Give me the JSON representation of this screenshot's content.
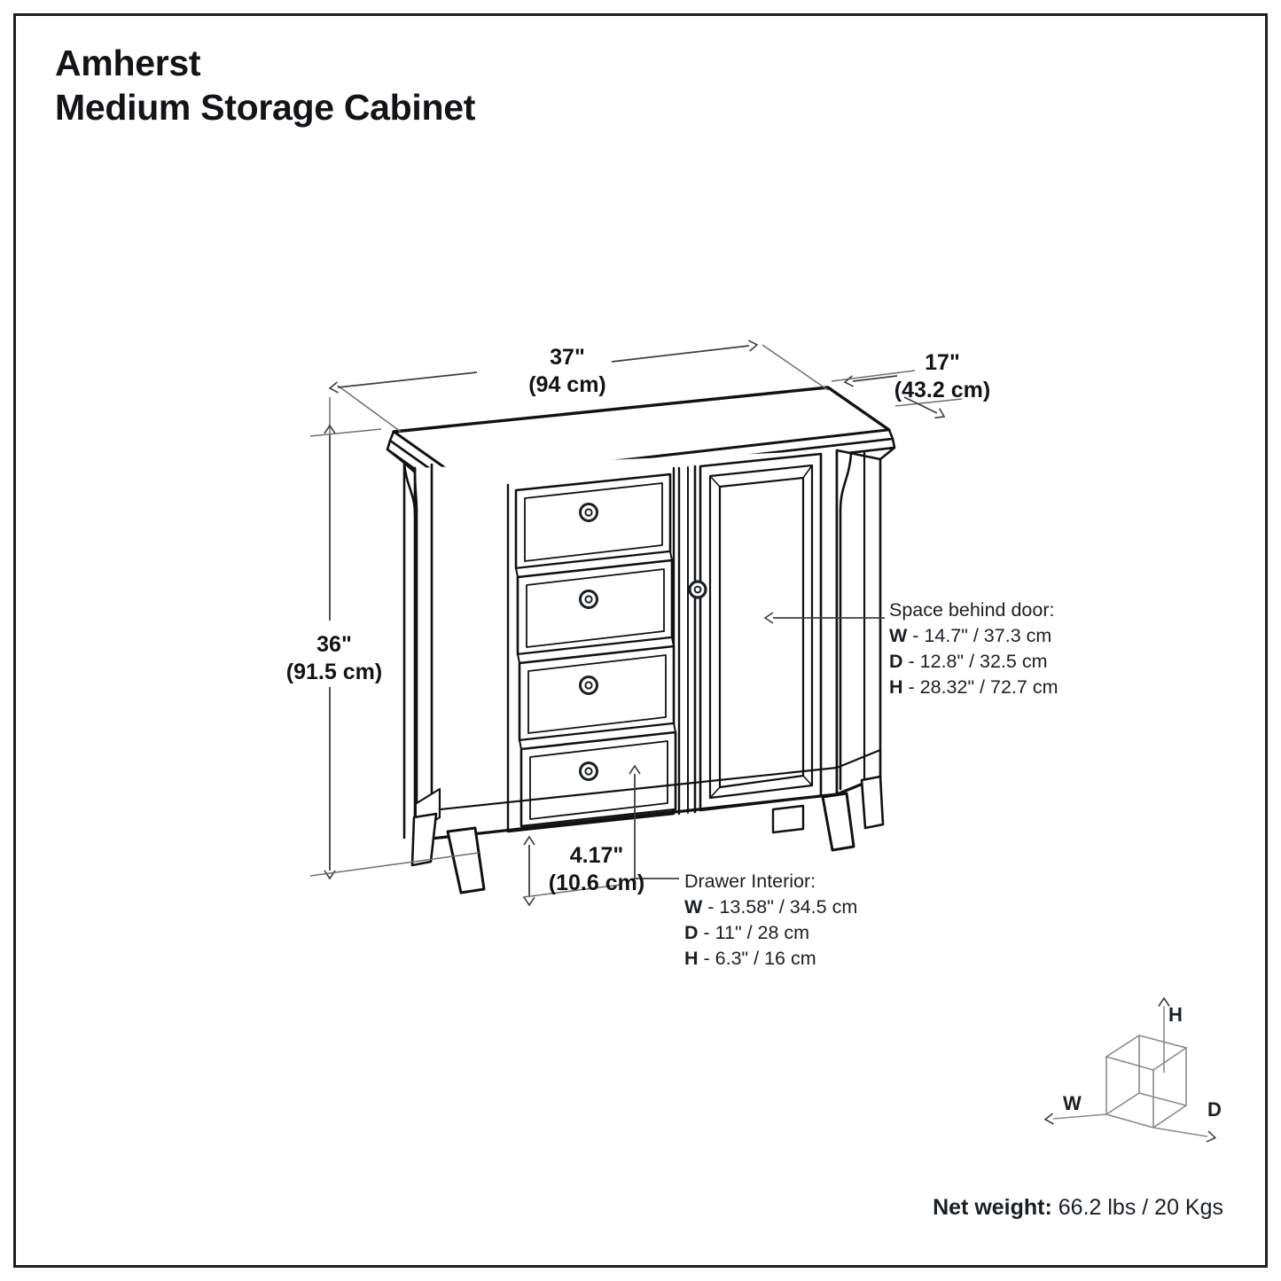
{
  "title": {
    "brand": "Amherst",
    "product": "Medium Storage Cabinet"
  },
  "dimensions": {
    "width": {
      "imperial": "37\"",
      "metric": "(94 cm)"
    },
    "depth": {
      "imperial": "17\"",
      "metric": "(43.2 cm)"
    },
    "height": {
      "imperial": "36\"",
      "metric": "(91.5 cm)"
    },
    "leg_clearance": {
      "imperial": "4.17\"",
      "metric": "(10.6 cm)"
    }
  },
  "callouts": {
    "space_behind_door": {
      "heading": "Space behind door:",
      "rows": [
        {
          "key": "W",
          "value": "- 14.7\" / 37.3 cm"
        },
        {
          "key": "D",
          "value": "- 12.8\" / 32.5 cm"
        },
        {
          "key": "H",
          "value": "- 28.32\" / 72.7 cm"
        }
      ]
    },
    "drawer_interior": {
      "heading": "Drawer Interior:",
      "rows": [
        {
          "key": "W",
          "value": "- 13.58\" / 34.5 cm"
        },
        {
          "key": "D",
          "value": "- 11\" / 28 cm"
        },
        {
          "key": "H",
          "value": "- 6.3\" / 16 cm"
        }
      ]
    }
  },
  "legend": {
    "height_axis": "H",
    "width_axis": "W",
    "depth_axis": "D"
  },
  "footer": {
    "net_weight_key": "Net weight:",
    "net_weight_value": "66.2 lbs / 20 Kgs"
  },
  "colors": {
    "ink": "#1b1f24",
    "outline": "#111111",
    "dimension_line": "#6e6e6e",
    "legend_line": "#8a8a8a"
  }
}
